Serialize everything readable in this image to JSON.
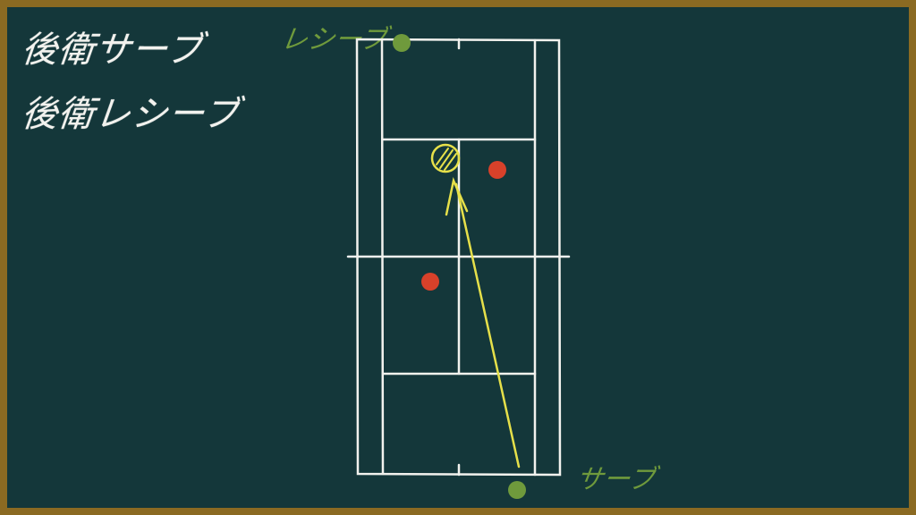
{
  "titles": {
    "line1": "後衛サーブ",
    "line2": "後衛レシーブ"
  },
  "labels": {
    "receive": "レシーブ",
    "serve": "サーブ"
  },
  "colors": {
    "board": "#14373a",
    "frame": "#8b6a22",
    "chalk_white": "#f2f2ee",
    "player_green": "#6f9a3c",
    "player_red": "#d8412a",
    "ball_yellow": "#e6e04a"
  },
  "diagram": {
    "players": [
      {
        "role": "receiver",
        "color": "green"
      },
      {
        "role": "opponent",
        "color": "red"
      },
      {
        "role": "opponent",
        "color": "red"
      },
      {
        "role": "server",
        "color": "green"
      }
    ],
    "shot": {
      "from": "server",
      "to": "front-court",
      "color": "yellow"
    }
  }
}
